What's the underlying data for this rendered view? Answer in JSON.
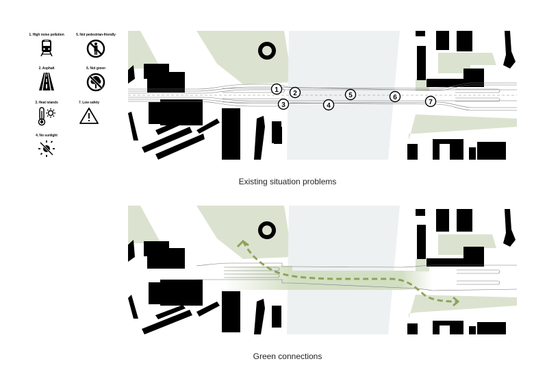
{
  "legend": {
    "items": [
      {
        "number": 1,
        "label": "1. High noise pollution",
        "icon": "train-icon"
      },
      {
        "number": 2,
        "label": "2. Asphalt",
        "icon": "road-icon"
      },
      {
        "number": 3,
        "label": "3. Heat islands",
        "icon": "thermometer-sun-icon"
      },
      {
        "number": 4,
        "label": "4. No sunlight",
        "icon": "no-sun-icon"
      },
      {
        "number": 5,
        "label": "5. Not pedestrian-friendly",
        "icon": "no-pedestrian-icon"
      },
      {
        "number": 6,
        "label": "6. Not green",
        "icon": "no-tree-icon"
      },
      {
        "number": 7,
        "label": "7. Low safety",
        "icon": "warning-icon"
      }
    ]
  },
  "maps": {
    "existing": {
      "caption": "Existing situation problems",
      "markers": [
        "1",
        "2",
        "3",
        "4",
        "5",
        "6",
        "7"
      ]
    },
    "proposed": {
      "caption": "Green connections"
    }
  },
  "colors": {
    "green_area": "#dbe3d0",
    "river": "#eef1f2",
    "building": "#000000",
    "green_path": "#8fa35a",
    "green_corridor": "#d3dfc4"
  }
}
